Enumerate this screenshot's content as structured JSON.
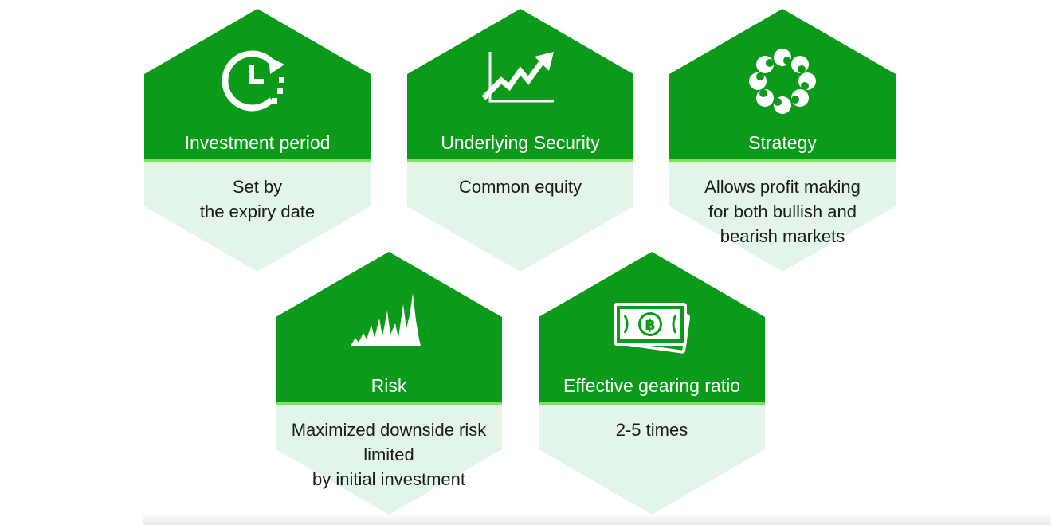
{
  "colors": {
    "green": "#0b9a1a",
    "divider": "#7fe05a",
    "light": "#e3f5e8",
    "title_text": "#ffffff",
    "desc_text": "#1a1a1a"
  },
  "cards": [
    {
      "icon": "clock-refresh-icon",
      "title": "Investment period",
      "desc": [
        "Set by",
        "the expiry date"
      ]
    },
    {
      "icon": "line-chart-up-icon",
      "title": "Underlying Security",
      "desc": [
        "Common equity"
      ]
    },
    {
      "icon": "swirl-flower-icon",
      "title": "Strategy",
      "desc": [
        "Allows profit making",
        "for both bullish and",
        "bearish markets"
      ]
    },
    {
      "icon": "volatility-peaks-icon",
      "title": "Risk",
      "desc": [
        "Maximized downside risk",
        "limited",
        "by initial investment"
      ]
    },
    {
      "icon": "banknote-baht-icon",
      "title": "Effective gearing ratio",
      "desc": [
        "2-5 times"
      ]
    }
  ]
}
